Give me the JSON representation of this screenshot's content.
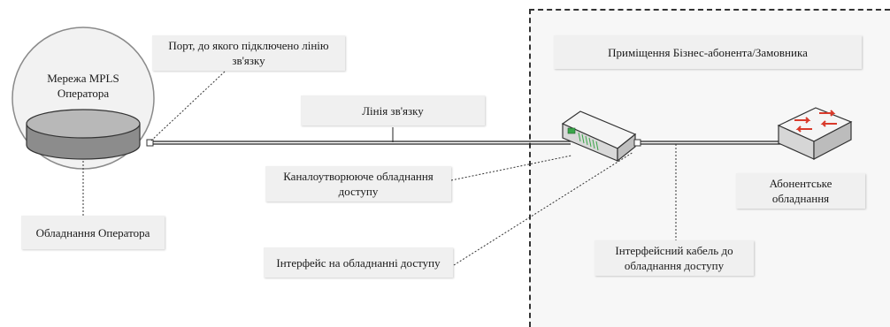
{
  "labels": {
    "mpls_network": "Мережа MPLS Оператора",
    "port": "Порт, до якого підключено лінію зв'язку",
    "premises": "Приміщення Бізнес-абонента/Замовника",
    "link_line": "Лінія зв'язку",
    "channel_equipment": "Каналоутворююче обладнання доступу",
    "operator_equipment": "Обладнання Оператора",
    "access_interface": "Інтерфейс на обладнанні доступу",
    "interface_cable": "Інтерфейсний кабель до обладнання доступу",
    "subscriber_equipment": "Абонентське обладнання"
  },
  "colors": {
    "label_bg": "#f0f0f0",
    "zone_bg": "#f7f7f7",
    "cylinder": "#9e9e9e",
    "switch_arrow": "#d93a2b",
    "modem_led": "#3aa64a"
  }
}
